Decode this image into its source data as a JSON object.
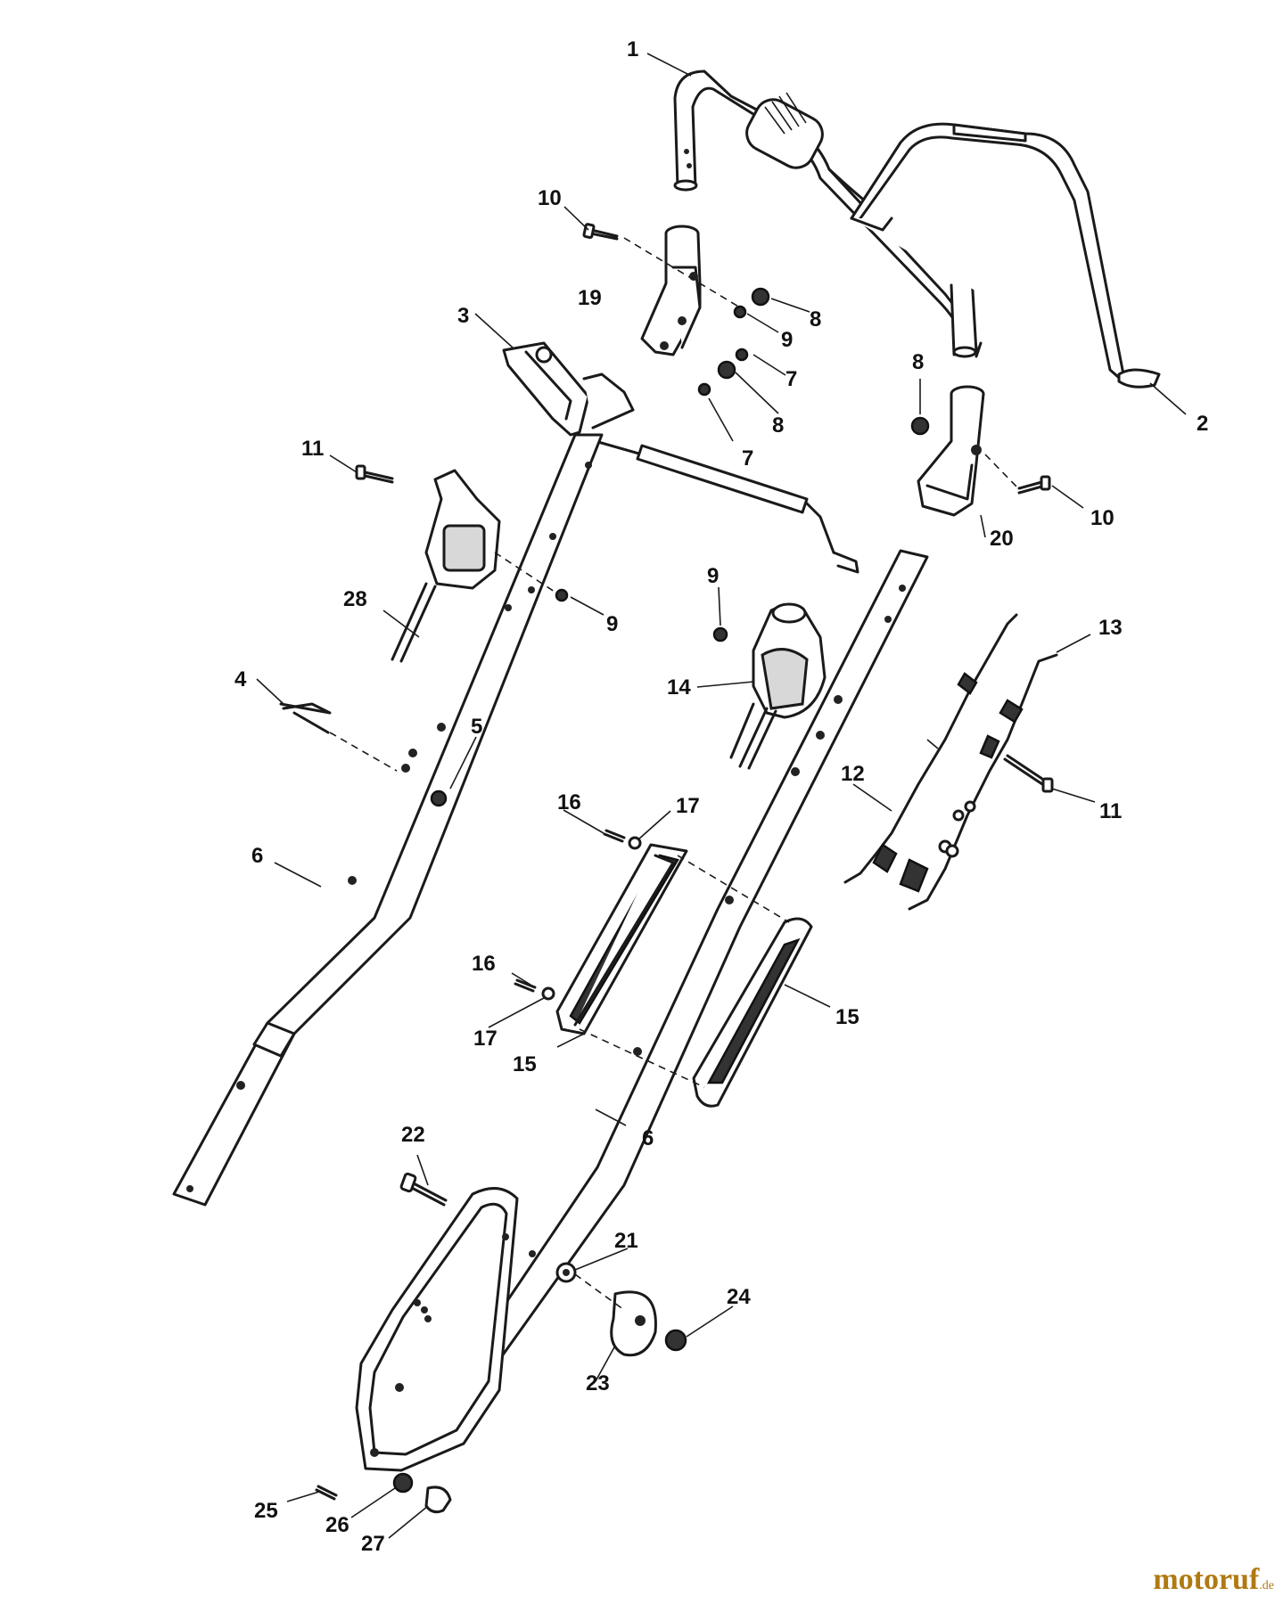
{
  "labels": {
    "p1": "1",
    "p2": "2",
    "p3": "3",
    "p4": "4",
    "p5": "5",
    "p6a": "6",
    "p6b": "6",
    "p7a": "7",
    "p7b": "7",
    "p8a": "8",
    "p8b": "8",
    "p8c": "8",
    "p9a": "9",
    "p9b": "9",
    "p9c": "9",
    "p10a": "10",
    "p10b": "10",
    "p11a": "11",
    "p11b": "11",
    "p12": "12",
    "p13": "13",
    "p14": "14",
    "p15a": "15",
    "p15b": "15",
    "p16a": "16",
    "p16b": "16",
    "p17a": "17",
    "p17b": "17",
    "p19": "19",
    "p20": "20",
    "p21": "21",
    "p22": "22",
    "p23": "23",
    "p24": "24",
    "p25": "25",
    "p26": "26",
    "p27": "27",
    "p28": "28"
  },
  "watermark": {
    "main": "motoruf",
    "tld": ".de"
  },
  "colors": {
    "line": "#1a1a1a",
    "watermark": "#b07a12"
  }
}
